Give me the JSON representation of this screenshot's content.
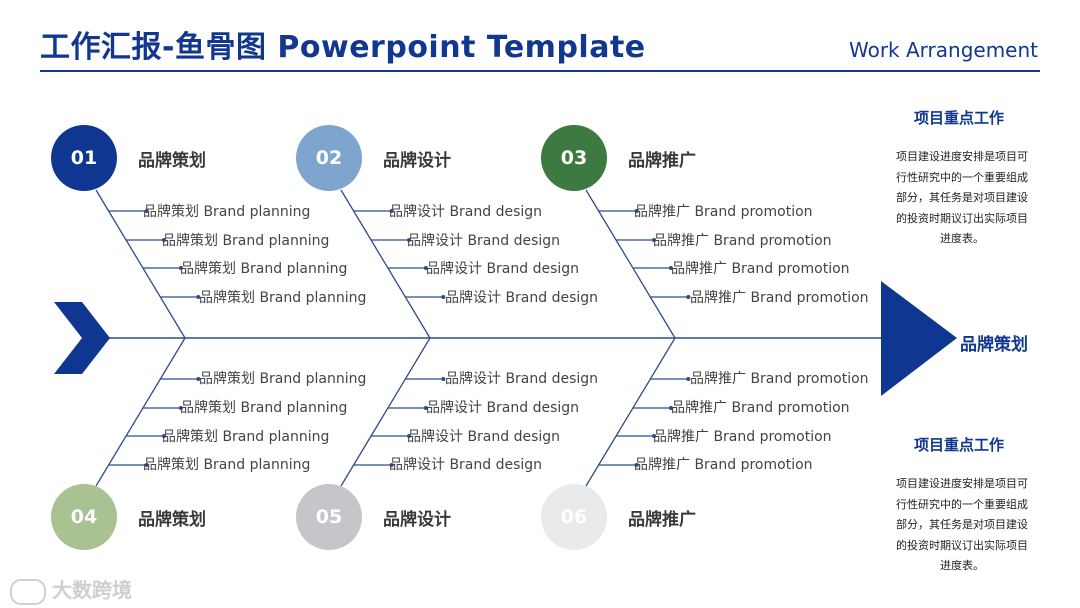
{
  "header": {
    "title": "工作汇报-鱼骨图 Powerpoint Template",
    "subtitle": "Work Arrangement"
  },
  "fishbone": {
    "head_label": "品牌策划",
    "bones": [
      {
        "num": "01",
        "title": "品牌策划",
        "color": "#0f3690",
        "items": [
          "品牌策划 Brand planning",
          "品牌策划 Brand planning",
          "品牌策划 Brand planning",
          "品牌策划 Brand planning"
        ]
      },
      {
        "num": "02",
        "title": "品牌设计",
        "color": "#7ea5cd",
        "items": [
          "品牌设计 Brand design",
          "品牌设计 Brand design",
          "品牌设计 Brand design",
          "品牌设计 Brand design"
        ]
      },
      {
        "num": "03",
        "title": "品牌推广",
        "color": "#3c7a42",
        "items": [
          "品牌推广 Brand promotion",
          "品牌推广 Brand promotion",
          "品牌推广 Brand promotion",
          "品牌推广 Brand promotion"
        ]
      },
      {
        "num": "04",
        "title": "品牌策划",
        "color": "#a9c292",
        "items": [
          "品牌策划 Brand planning",
          "品牌策划 Brand planning",
          "品牌策划 Brand planning",
          "品牌策划 Brand planning"
        ]
      },
      {
        "num": "05",
        "title": "品牌设计",
        "color": "#c4c6c9",
        "items": [
          "品牌设计 Brand design",
          "品牌设计 Brand design",
          "品牌设计 Brand design",
          "品牌设计 Brand design"
        ]
      },
      {
        "num": "06",
        "title": "品牌推广",
        "color": "#e9eaec",
        "items": [
          "品牌推广 Brand promotion",
          "品牌推广 Brand promotion",
          "品牌推广 Brand promotion",
          "品牌推广 Brand promotion"
        ]
      }
    ]
  },
  "sidebar": {
    "blocks": [
      {
        "title": "项目重点工作",
        "lines": [
          "项目建设进度安排是项目可",
          "行性研究中的一个重要组成",
          "部分，其任务是对项目建设",
          "的投资时期议订出实际项目",
          "进度表。"
        ]
      },
      {
        "title": "项目重点工作",
        "lines": [
          "项目建设进度安排是项目可",
          "行性研究中的一个重要组成",
          "部分，其任务是对项目建设",
          "的投资时期议订出实际项目",
          "进度表。"
        ]
      }
    ]
  },
  "watermark": {
    "text": "大数跨境"
  },
  "colors": {
    "primary": "#12378f",
    "spine": "#2d4c8e"
  }
}
